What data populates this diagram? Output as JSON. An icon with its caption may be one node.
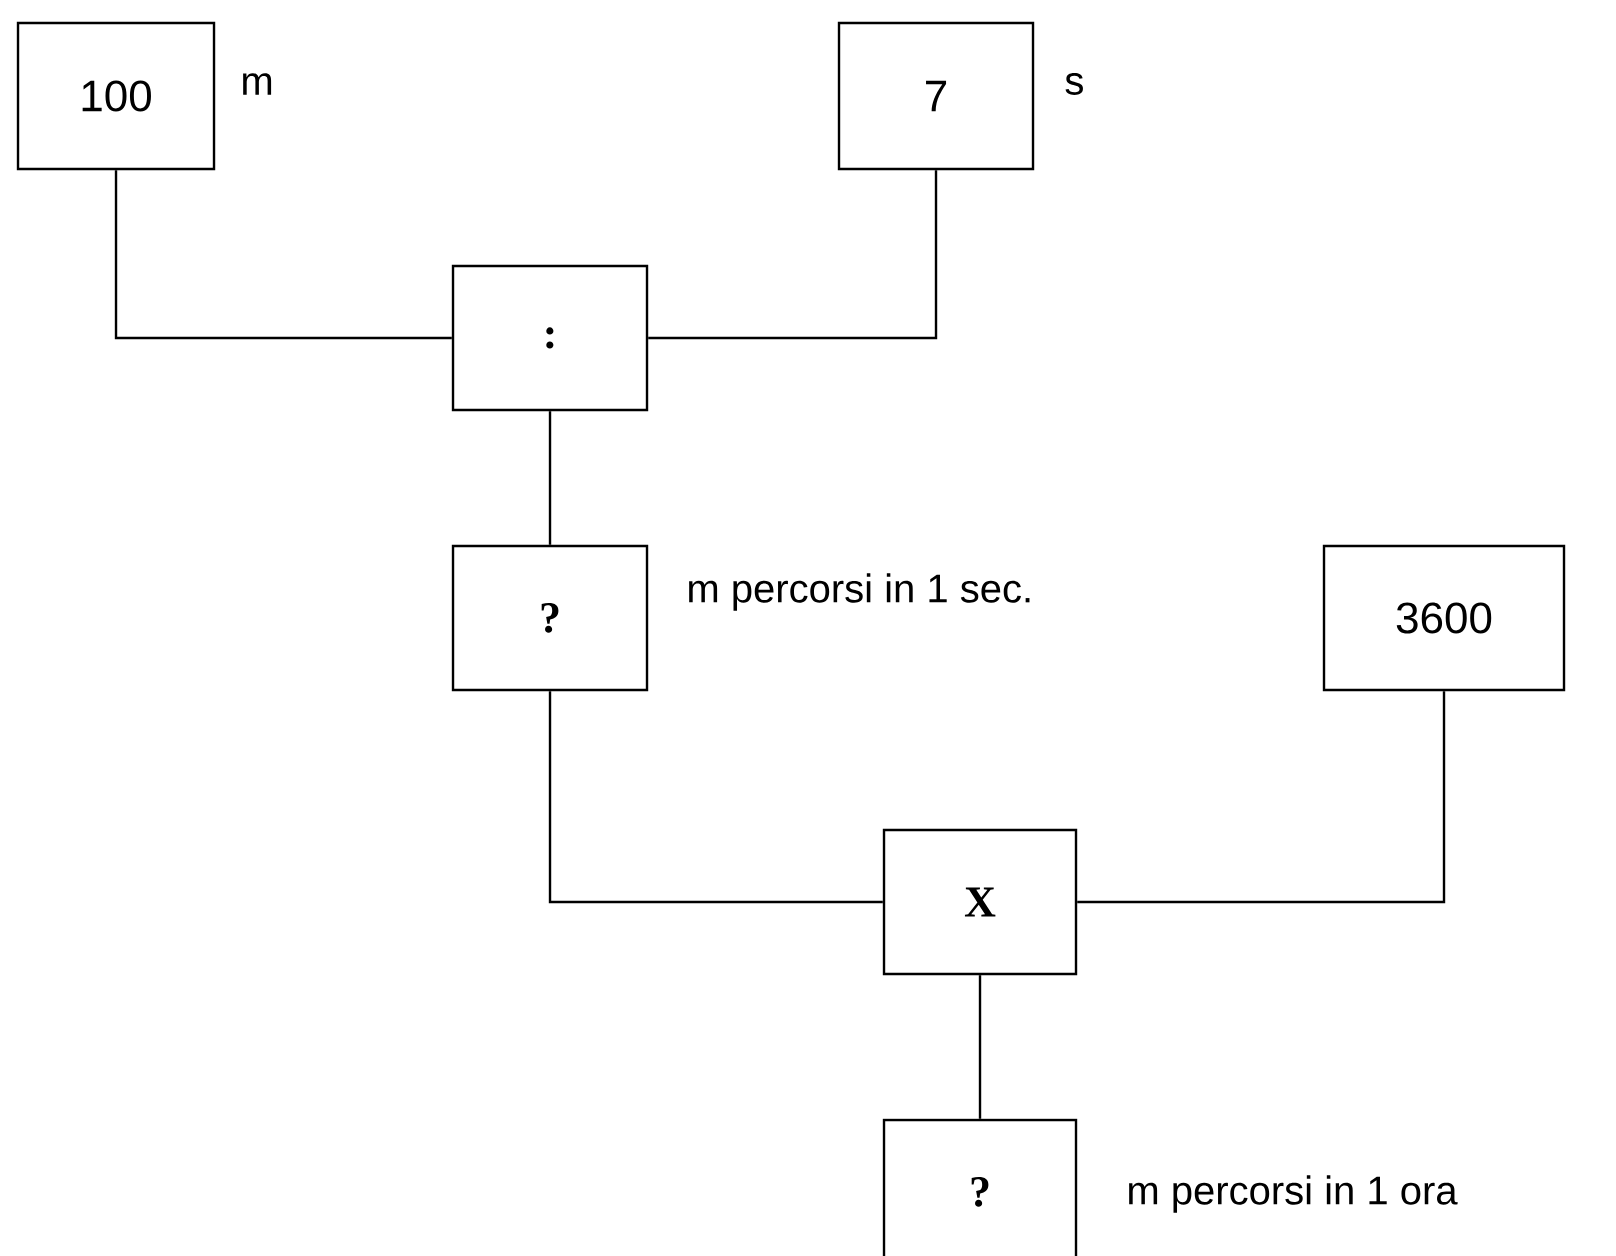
{
  "diagram": {
    "nodes": [
      {
        "text": [
          "100"
        ],
        "beside": [
          "m"
        ]
      },
      {
        "text": [
          "7"
        ],
        "beside": [
          "s"
        ]
      },
      {
        "text": [
          ":"
        ]
      },
      {
        "text": [
          "?"
        ],
        "beside": [
          "m percorsi in 1 sec."
        ]
      },
      {
        "text": [
          "3600"
        ]
      },
      {
        "text": [
          "X"
        ]
      },
      {
        "text": [
          "?"
        ],
        "beside": [
          "m percorsi in 1 ora"
        ]
      }
    ],
    "edges": [
      {
        "from": 0,
        "to": 2,
        "arrow": "none"
      },
      {
        "from": 1,
        "to": 2,
        "arrow": "none"
      },
      {
        "from": 2,
        "to": 3,
        "arrow": "none"
      },
      {
        "from": 3,
        "to": 5,
        "arrow": "none"
      },
      {
        "from": 4,
        "to": 5,
        "arrow": "none"
      },
      {
        "from": 5,
        "to": 6,
        "arrow": "none"
      }
    ]
  }
}
